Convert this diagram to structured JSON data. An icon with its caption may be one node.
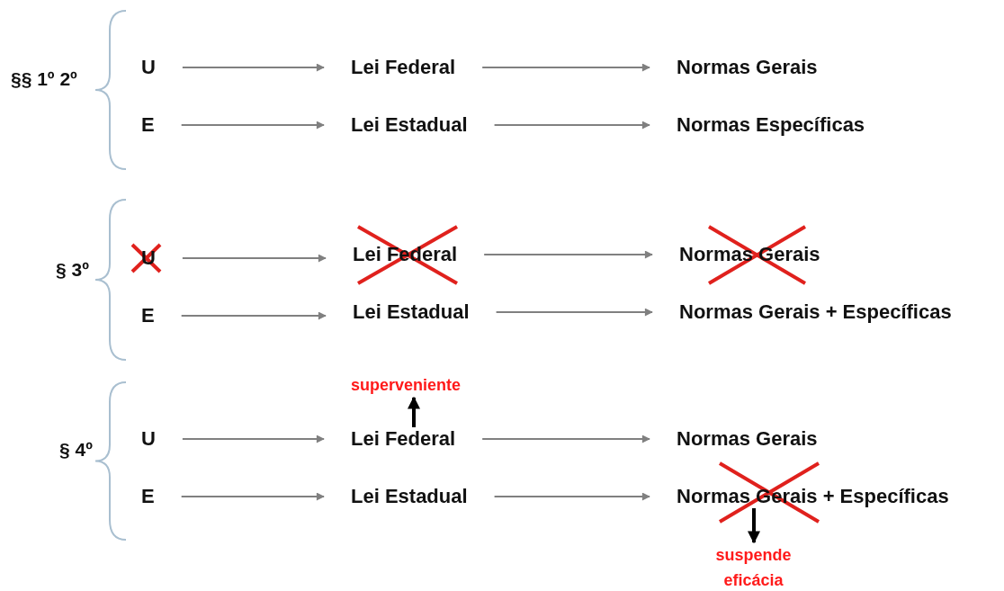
{
  "diagram": {
    "nodes": [
      {
        "text": [
          "U"
        ]
      },
      {
        "text": [
          "Lei Federal"
        ]
      },
      {
        "text": [
          "Normas Gerais"
        ]
      },
      {
        "text": [
          "E"
        ]
      },
      {
        "text": [
          "Lei Estadual"
        ]
      },
      {
        "text": [
          "Normas Específicas"
        ]
      },
      {
        "text": [
          "U"
        ]
      },
      {
        "text": [
          "Lei Federal"
        ]
      },
      {
        "text": [
          "Normas Gerais"
        ]
      },
      {
        "text": [
          "E"
        ]
      },
      {
        "text": [
          "Lei Estadual"
        ]
      },
      {
        "text": [
          "Normas Gerais + Específicas"
        ]
      },
      {
        "text": [
          "superveniente"
        ]
      },
      {
        "text": [
          "U"
        ]
      },
      {
        "text": [
          "Lei Federal"
        ]
      },
      {
        "text": [
          "Normas Gerais"
        ]
      },
      {
        "text": [
          "E"
        ]
      },
      {
        "text": [
          "Lei Estadual"
        ]
      },
      {
        "text": [
          "Normas Gerais + Específicas"
        ]
      },
      {
        "text": [
          "suspende eficácia"
        ]
      }
    ],
    "edges": [
      {
        "from": 0,
        "to": 1,
        "arrow": "to"
      },
      {
        "from": 1,
        "to": 2,
        "arrow": "to"
      },
      {
        "from": 3,
        "to": 4,
        "arrow": "to"
      },
      {
        "from": 4,
        "to": 5,
        "arrow": "to"
      },
      {
        "from": 6,
        "to": 7,
        "arrow": "to"
      },
      {
        "from": 7,
        "to": 8,
        "arrow": "to"
      },
      {
        "from": 9,
        "to": 10,
        "arrow": "to"
      },
      {
        "from": 10,
        "to": 11,
        "arrow": "to"
      },
      {
        "from": 14,
        "to": 12,
        "arrow": "to",
        "style": "thick",
        "color": "#000000"
      },
      {
        "from": 13,
        "to": 14,
        "arrow": "to"
      },
      {
        "from": 14,
        "to": 15,
        "arrow": "to"
      },
      {
        "from": 16,
        "to": 17,
        "arrow": "to"
      },
      {
        "from": 17,
        "to": 18,
        "arrow": "to"
      },
      {
        "from": 18,
        "to": 19,
        "arrow": "to",
        "style": "thick",
        "color": "#000000"
      }
    ],
    "labels": [
      "§§ 1º 2º",
      "§ 3º",
      "§ 4º"
    ]
  }
}
